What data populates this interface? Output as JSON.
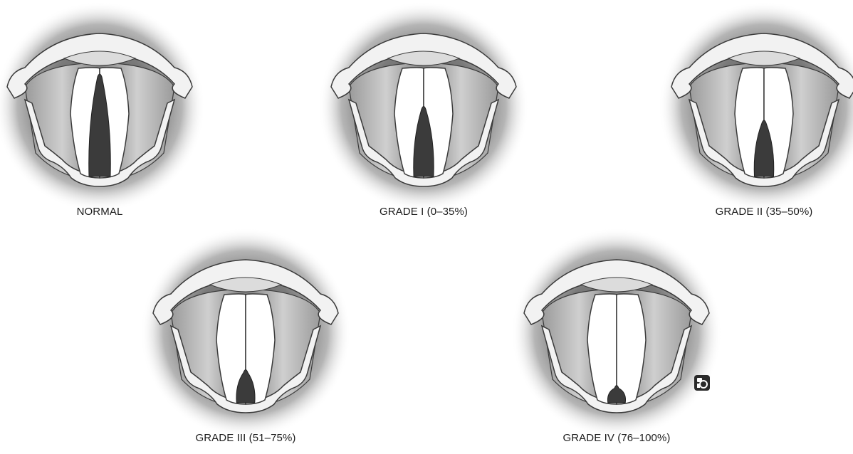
{
  "panels": [
    {
      "label": "NORMAL",
      "obstruction_fraction": 0.0
    },
    {
      "label": "GRADE I (0–35%)",
      "obstruction_fraction": 0.35
    },
    {
      "label": "GRADE II (35–50%)",
      "obstruction_fraction": 0.5
    },
    {
      "label": "GRADE III (51–75%)",
      "obstruction_fraction": 0.75
    },
    {
      "label": "GRADE IV (76–100%)",
      "obstruction_fraction": 0.92
    }
  ],
  "colors": {
    "halo_dark": "#6b6b6b",
    "halo_mid": "#9a9a9a",
    "cartilage_fill": "#f2f2f2",
    "cartilage_stroke": "#3a3a3a",
    "cord_fill": "#ffffff",
    "cavity_dark": "#8c8c8c",
    "cavity_light": "#d6d6d6",
    "airway": "#3b3b3b",
    "caption": "#1c1c1c"
  },
  "logo": {
    "icon": "publisher-logo-icon"
  }
}
